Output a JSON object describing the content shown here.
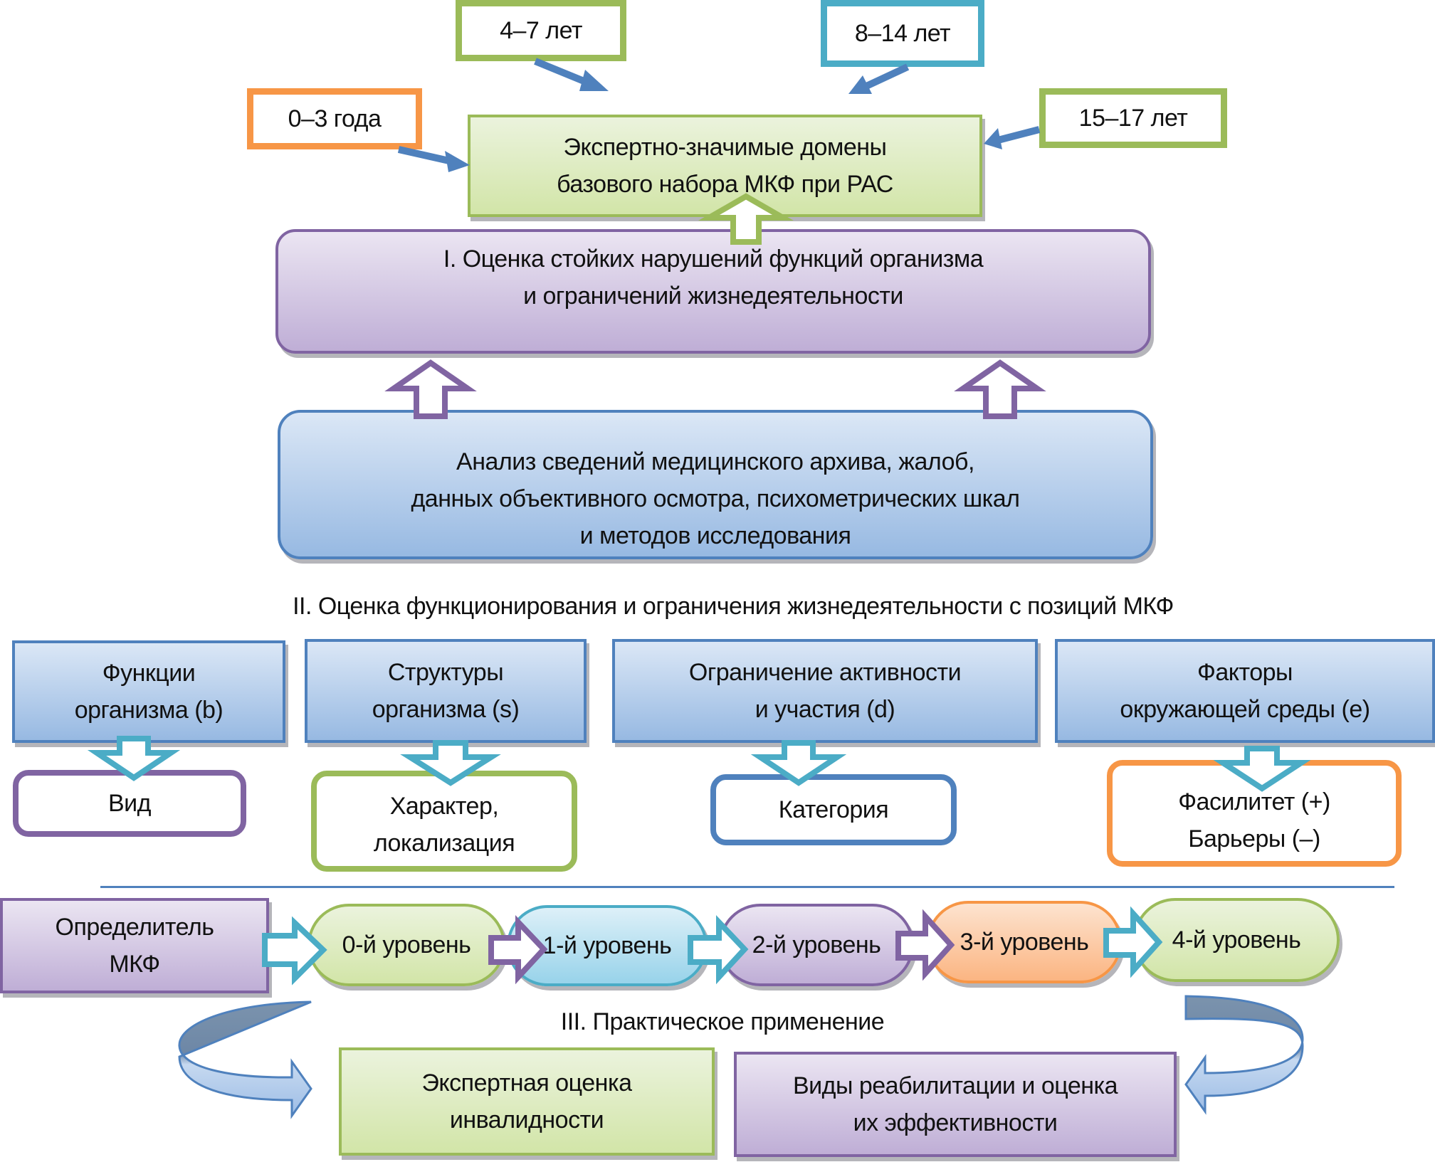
{
  "age_groups": [
    {
      "label": "0–3 года",
      "color": "#f79646"
    },
    {
      "label": "4–7 лет",
      "color": "#9bbb59"
    },
    {
      "label": "8–14 лет",
      "color": "#4bacc6"
    },
    {
      "label": "15–17 лет",
      "color": "#9bbb59"
    }
  ],
  "domains_box": {
    "lines": [
      "Экспертно-значимые домены",
      "базового набора МКФ при РАС"
    ]
  },
  "stage1_box": {
    "lines": [
      "I. Оценка стойких нарушений функций организма",
      "и ограничений жизнедеятельности"
    ]
  },
  "analysis_box": {
    "lines": [
      "Анализ сведений медицинского архива, жалоб,",
      "данных объективного осмотра, психометрических шкал",
      "и методов исследования"
    ]
  },
  "stage2_title": "II. Оценка функционирования и ограничения жизнедеятельности с позиций МКФ",
  "icf_components": [
    {
      "lines": [
        "Функции",
        "организма (b)"
      ],
      "child_lines": [
        "Вид"
      ],
      "child_color": "#8064a2"
    },
    {
      "lines": [
        "Структуры",
        "организма (s)"
      ],
      "child_lines": [
        "Характер,",
        "локализация"
      ],
      "child_color": "#9bbb59"
    },
    {
      "lines": [
        "Ограничение активности",
        "и участия (d)"
      ],
      "child_lines": [
        "Категория"
      ],
      "child_color": "#4f81bd"
    },
    {
      "lines": [
        "Факторы",
        "окружающей среды (e)"
      ],
      "child_lines": [
        "Фасилитет (+)",
        "Барьеры (–)"
      ],
      "child_color": "#f79646"
    }
  ],
  "qualifier_box": {
    "lines": [
      "Определитель",
      "МКФ"
    ]
  },
  "levels": [
    {
      "label": "0-й уровень",
      "color": "green"
    },
    {
      "label": "1-й уровень",
      "color": "cyan"
    },
    {
      "label": "2-й уровень",
      "color": "purple"
    },
    {
      "label": "3-й уровень",
      "color": "orange"
    },
    {
      "label": "4-й уровень",
      "color": "green"
    }
  ],
  "stage3_title": "III. Практическое применение",
  "outcomes": [
    {
      "lines": [
        "Экспертная оценка",
        "инвалидности"
      ]
    },
    {
      "lines": [
        "Виды реабилитации и оценка",
        "их эффективности"
      ]
    }
  ]
}
